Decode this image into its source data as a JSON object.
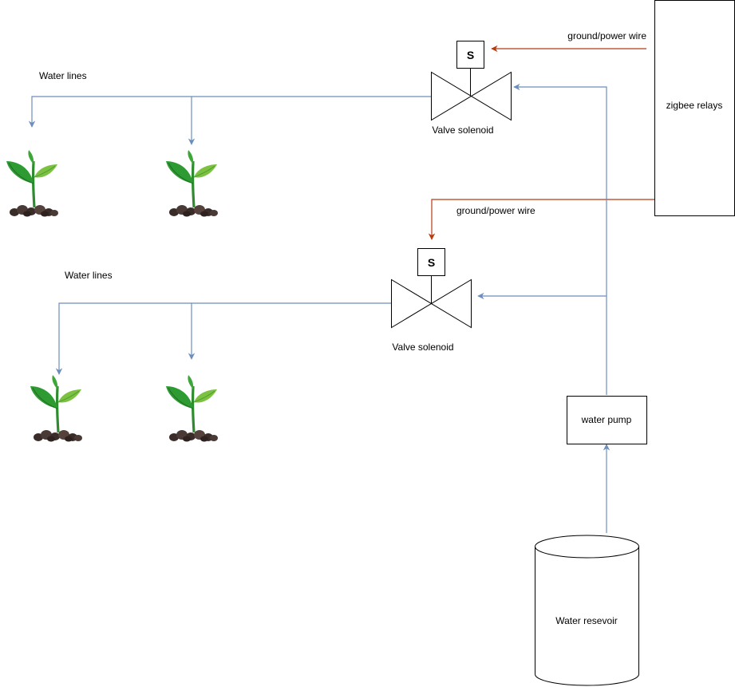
{
  "colors": {
    "water_line": "#6c8ebf",
    "power_wire": "#b83b10",
    "outline": "#000000",
    "leaf_dark": "#2e8b2e",
    "leaf_light": "#7cc242",
    "soil": "#4a3a35"
  },
  "relays": {
    "label": "zigbee relays"
  },
  "pump": {
    "label": "water pump"
  },
  "reservoir": {
    "label": "Water resevoir"
  },
  "valves": [
    {
      "label": "Valve solenoid",
      "symbol": "S"
    },
    {
      "label": "Valve solenoid",
      "symbol": "S"
    }
  ],
  "wires": [
    {
      "label": "ground/power wire"
    },
    {
      "label": "ground/power wire"
    }
  ],
  "water_lines": [
    {
      "label": "Water lines"
    },
    {
      "label": "Water lines"
    }
  ],
  "icons": {
    "plant": "plant-seedling-icon",
    "valve": "solenoid-valve-icon"
  }
}
